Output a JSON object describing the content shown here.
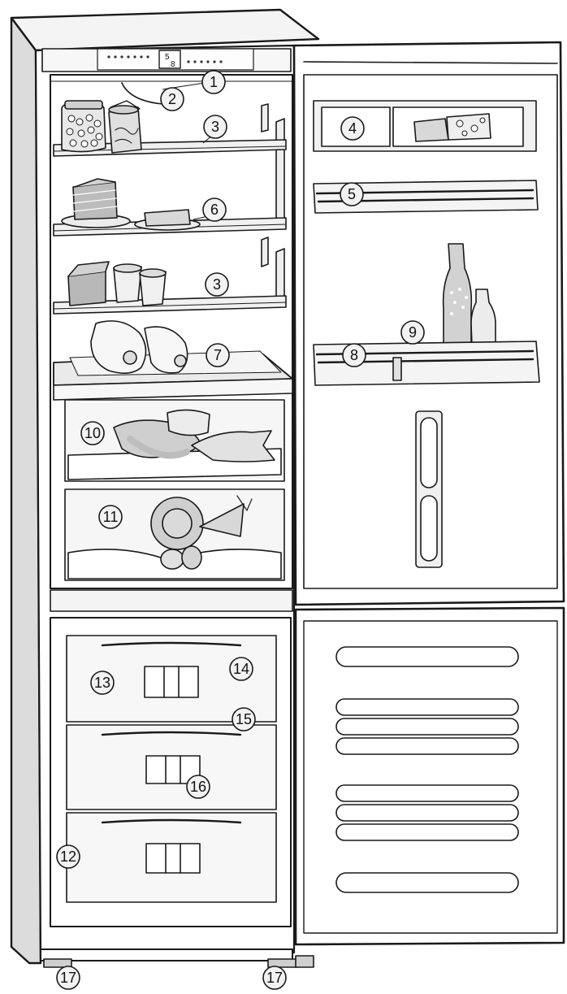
{
  "colors": {
    "outline": "#1a1a1a",
    "cabinet": "#ffffff",
    "cabinet_shade": "#e6e6e6",
    "cabinet_dark": "#bdbdbd",
    "food_gray": "#9a9a9a",
    "food_light": "#d8d8d8",
    "callout_fill": "#f2f2f2"
  },
  "control_panel": {
    "display_top": "5",
    "display_bottom": "8"
  },
  "callouts": [
    {
      "label": "1",
      "part": "control-panel"
    },
    {
      "label": "2",
      "part": "interior-light"
    },
    {
      "label": "3",
      "part": "glass-shelf-top"
    },
    {
      "label": "4",
      "part": "butter-cheese-compartment"
    },
    {
      "label": "5",
      "part": "door-rack-upper"
    },
    {
      "label": "6",
      "part": "glass-shelf-middle"
    },
    {
      "label": "3",
      "part": "glass-shelf-lower"
    },
    {
      "label": "9",
      "part": "bottle-retainer"
    },
    {
      "label": "7",
      "part": "bottle-shelf"
    },
    {
      "label": "8",
      "part": "door-rack-bottles"
    },
    {
      "label": "10",
      "part": "chill-drawer"
    },
    {
      "label": "11",
      "part": "vegetable-drawer"
    },
    {
      "label": "14",
      "part": "freezer-drawer-top"
    },
    {
      "label": "13",
      "part": "freezer-drawer-label"
    },
    {
      "label": "15",
      "part": "freezer-drawer-divider"
    },
    {
      "label": "16",
      "part": "freezer-drawer-middle"
    },
    {
      "label": "12",
      "part": "freezer-compartment"
    },
    {
      "label": "17",
      "part": "adjustable-foot-left"
    },
    {
      "label": "17",
      "part": "adjustable-foot-right"
    }
  ]
}
